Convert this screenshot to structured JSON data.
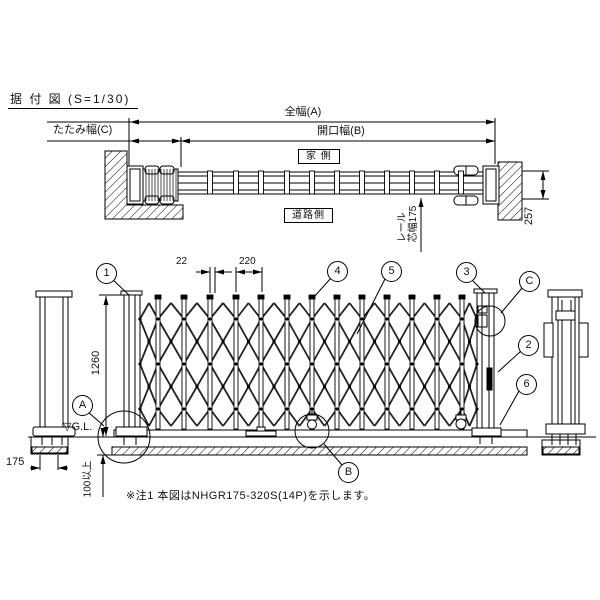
{
  "title": "据 付 図 (S=1/30)",
  "plan": {
    "dim_overall_width": "全幅(A)",
    "dim_opening_width": "開口幅(B)",
    "dim_folded_width": "たたみ幅(C)",
    "house_side_label": "家 側",
    "road_side_label": "道路側",
    "rail_center_width_line1": "レール",
    "rail_center_width_line2": "芯幅175",
    "dim_wall_depth": "257"
  },
  "elevation": {
    "dim_picket_width": "22",
    "dim_picket_pitch": "220",
    "dim_gate_height": "1260",
    "dim_post_width": "175",
    "dim_embed_depth": "100以上",
    "ground_level_label": "▽G.L.",
    "balloons": {
      "b1": "1",
      "b2": "2",
      "b3": "3",
      "b4": "4",
      "b5": "5",
      "b6": "6",
      "bA": "A",
      "bB": "B",
      "bC": "C"
    }
  },
  "note": "※注1  本図はNHGR175-320S(14P)を示します。"
}
